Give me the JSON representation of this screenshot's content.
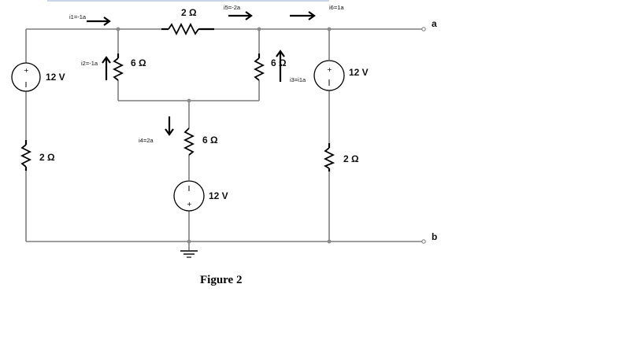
{
  "figure": {
    "caption": "Figure 2",
    "terminals": {
      "a": "a",
      "b": "b"
    },
    "resistors": {
      "r_top": "2 Ω",
      "r_mid_left": "6 Ω",
      "r_mid_right": "6 Ω",
      "r_center": "6 Ω",
      "r_left": "2 Ω",
      "r_right": "2 Ω"
    },
    "sources": {
      "v_left": "12 V",
      "v_right": "12 V",
      "v_center": "12 V",
      "plus": "+",
      "minus": "-"
    },
    "currents": {
      "i1": "i1=-1a",
      "i2": "i2=-1a",
      "i3": "i3=i1a",
      "i4": "i4=2a",
      "i5": "i5=-2a",
      "i6": "i6=1a"
    }
  }
}
